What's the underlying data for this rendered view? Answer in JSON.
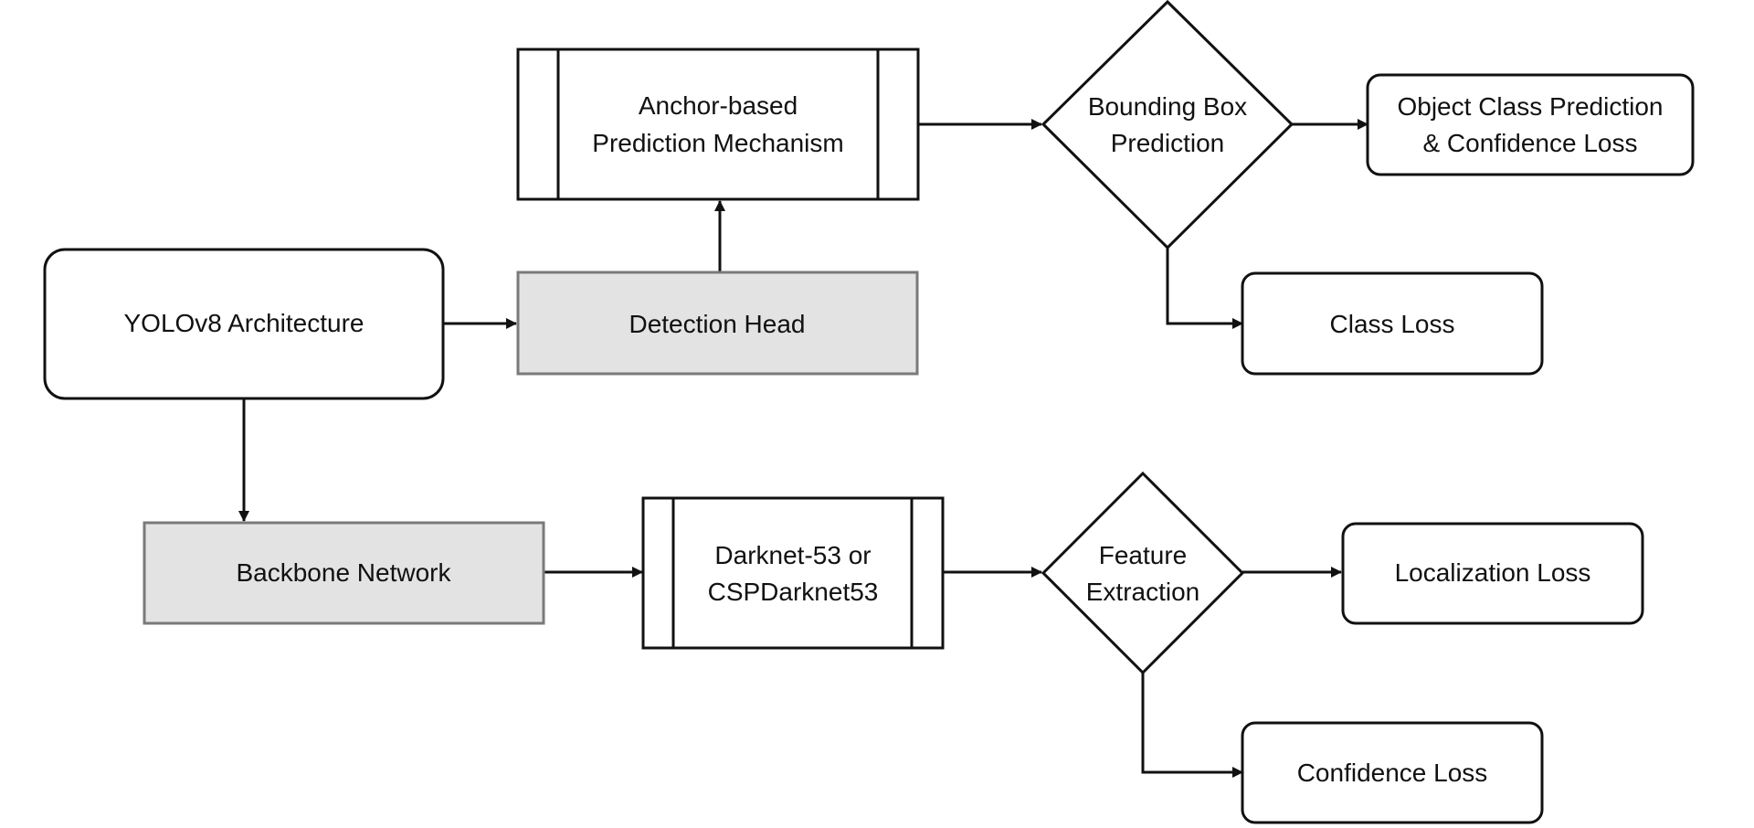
{
  "diagram": {
    "colors": {
      "stroke": "#111111",
      "background": "#ffffff",
      "shaded_fill": "#e3e3e3",
      "shaded_stroke": "#7a7a7a"
    },
    "nodes": {
      "yolo": {
        "shape": "rounded-rectangle",
        "lines": [
          "YOLOv8 Architecture"
        ]
      },
      "detection_head": {
        "shape": "shaded-rectangle",
        "lines": [
          "Detection Head"
        ]
      },
      "anchor": {
        "shape": "predefined-process",
        "lines": [
          "Anchor-based",
          "Prediction Mechanism"
        ]
      },
      "bbox": {
        "shape": "decision-diamond",
        "lines": [
          "Bounding Box",
          "Prediction"
        ]
      },
      "obj_class": {
        "shape": "rounded-rectangle",
        "lines": [
          "Object Class Prediction",
          "& Confidence Loss"
        ]
      },
      "class_loss": {
        "shape": "rounded-rectangle",
        "lines": [
          "Class Loss"
        ]
      },
      "backbone": {
        "shape": "shaded-rectangle",
        "lines": [
          "Backbone Network"
        ]
      },
      "darknet": {
        "shape": "predefined-process",
        "lines": [
          "Darknet-53 or",
          "CSPDarknet53"
        ]
      },
      "feature": {
        "shape": "decision-diamond",
        "lines": [
          "Feature",
          "Extraction"
        ]
      },
      "loc_loss": {
        "shape": "rounded-rectangle",
        "lines": [
          "Localization Loss"
        ]
      },
      "conf_loss": {
        "shape": "rounded-rectangle",
        "lines": [
          "Confidence Loss"
        ]
      }
    },
    "edges": [
      {
        "from": "yolo",
        "to": "detection_head"
      },
      {
        "from": "detection_head",
        "to": "anchor"
      },
      {
        "from": "anchor",
        "to": "bbox"
      },
      {
        "from": "bbox",
        "to": "obj_class"
      },
      {
        "from": "bbox",
        "to": "class_loss"
      },
      {
        "from": "yolo",
        "to": "backbone"
      },
      {
        "from": "backbone",
        "to": "darknet"
      },
      {
        "from": "darknet",
        "to": "feature"
      },
      {
        "from": "feature",
        "to": "loc_loss"
      },
      {
        "from": "feature",
        "to": "conf_loss"
      }
    ]
  }
}
